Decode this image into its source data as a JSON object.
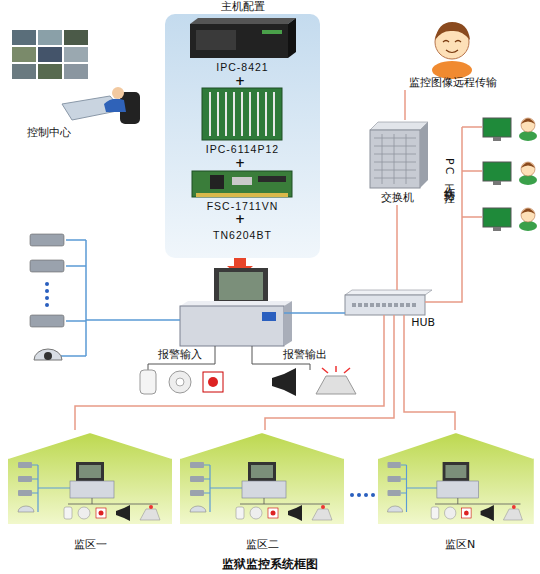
{
  "diagram": {
    "title": "监狱监控系统框图",
    "nodes": [
      {
        "text": [
          "主机配置"
        ]
      },
      {
        "text": [
          "IPC-8421"
        ],
        "in": 0
      },
      {
        "text": [
          "IPC-6114P12"
        ],
        "in": 0
      },
      {
        "text": [
          "FSC-1711VN"
        ],
        "in": 0
      },
      {
        "text": [
          "TN6204BT"
        ],
        "in": 0
      },
      {
        "text": [
          "控制中心"
        ]
      },
      {
        "text": [
          "监控图像远程传输"
        ]
      },
      {
        "text": [
          "交换机"
        ]
      },
      {
        "text": [
          "PC工作站分控"
        ]
      },
      {
        "text": [
          "HUB"
        ]
      },
      {
        "text": [
          "报警输入"
        ]
      },
      {
        "text": [
          "报警输出"
        ]
      },
      {
        "text": [
          "监区一"
        ]
      },
      {
        "text": [
          "监区二"
        ]
      },
      {
        "text": [
          "监区N"
        ]
      }
    ],
    "edges": [
      {
        "from": 7,
        "to": 6,
        "arrow": "none"
      },
      {
        "from": 9,
        "to": 7,
        "arrow": "none"
      },
      {
        "from": 9,
        "to": 8,
        "arrow": "none"
      },
      {
        "from": 9,
        "to": 12,
        "arrow": "none"
      },
      {
        "from": 9,
        "to": 13,
        "arrow": "none"
      },
      {
        "from": 9,
        "to": 14,
        "arrow": "none"
      }
    ],
    "labels": [
      "+",
      "+",
      "+"
    ]
  }
}
